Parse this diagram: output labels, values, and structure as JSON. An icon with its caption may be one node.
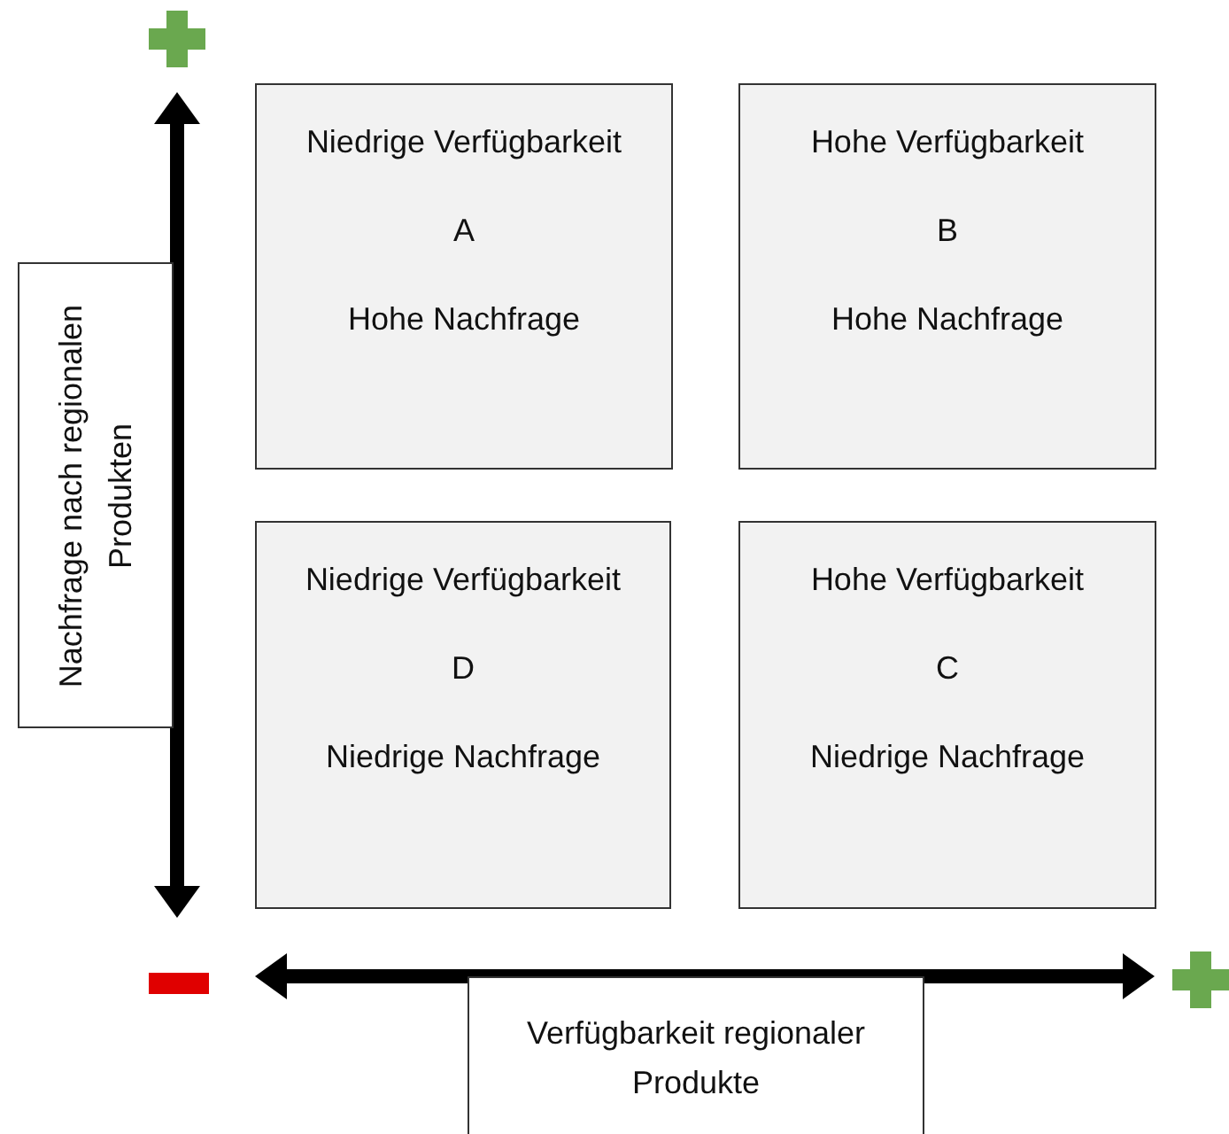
{
  "diagram": {
    "nodes": [
      {
        "text": [
          "Niedrige Verfügbarkeit",
          "A",
          "Hohe Nachfrage"
        ]
      },
      {
        "text": [
          "Hohe Verfügbarkeit",
          "B",
          "Hohe Nachfrage"
        ]
      },
      {
        "text": [
          "Niedrige Verfügbarkeit",
          "D",
          "Niedrige Nachfrage"
        ]
      },
      {
        "text": [
          "Hohe Verfügbarkeit",
          "C",
          "Niedrige Nachfrage"
        ]
      },
      {
        "text": [
          "Nachfrage nach regionalen Produkten"
        ]
      },
      {
        "text": [
          "Verfügbarkeit regionaler Produkte"
        ]
      }
    ]
  }
}
